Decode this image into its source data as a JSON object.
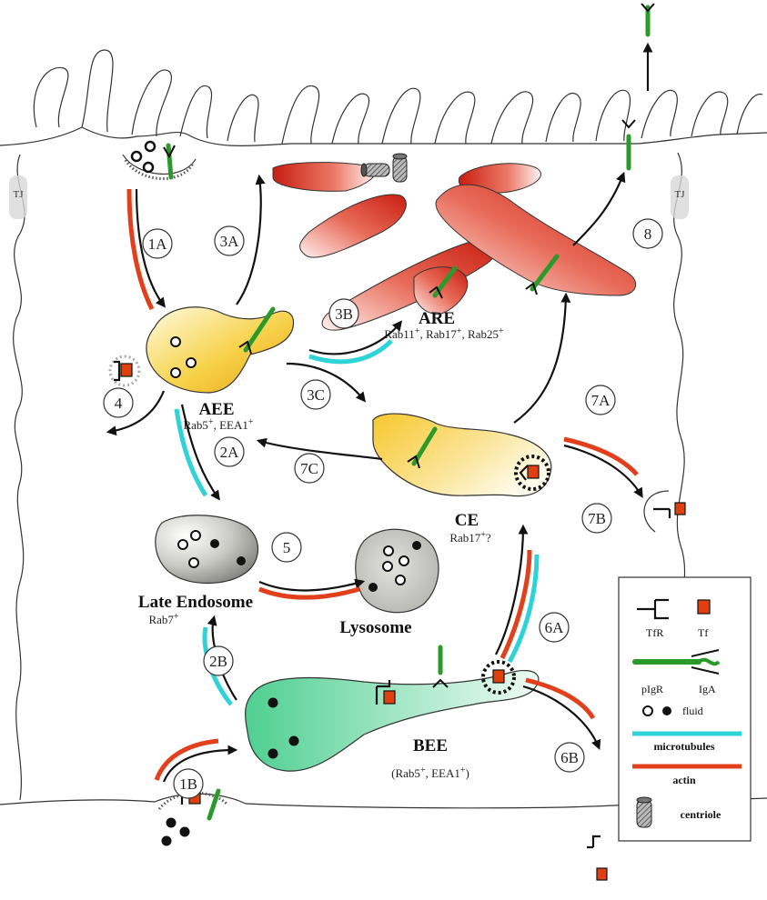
{
  "compartments": {
    "aee": {
      "name": "AEE",
      "markers": "Rab5+, EEA1+"
    },
    "are": {
      "name": "ARE",
      "markers": "Rab11+, Rab17+, Rab25+"
    },
    "ce": {
      "name": "CE",
      "markers": "Rab17+?"
    },
    "late_endosome": {
      "name": "Late Endosome",
      "markers": "Rab7+"
    },
    "lysosome": {
      "name": "Lysosome"
    },
    "bee": {
      "name": "BEE",
      "markers": "(Rab5+, EEA1+)"
    }
  },
  "tight_junction": {
    "left": "TJ",
    "right": "TJ"
  },
  "steps": [
    "1A",
    "1B",
    "2A",
    "2B",
    "3A",
    "3B",
    "3C",
    "4",
    "5",
    "6A",
    "6B",
    "7A",
    "7B",
    "7C",
    "8"
  ],
  "legend": {
    "tfr": "TfR",
    "tf": "Tf",
    "pigr": "pIgR",
    "iga": "IgA",
    "fluid": "fluid",
    "microtubules": "microtubules",
    "actin": "actin",
    "centriole": "centriole"
  },
  "colors": {
    "aee": "#f2c41f",
    "are": "#d0301c",
    "ce": "#f2c41f",
    "late_endosome": "#9a9a9a",
    "bee": "#6fd6a6",
    "microtubules": "#2ed3d8",
    "actin": "#e2401c",
    "pigr": "#2a9a2a",
    "tf": "#e04010"
  }
}
